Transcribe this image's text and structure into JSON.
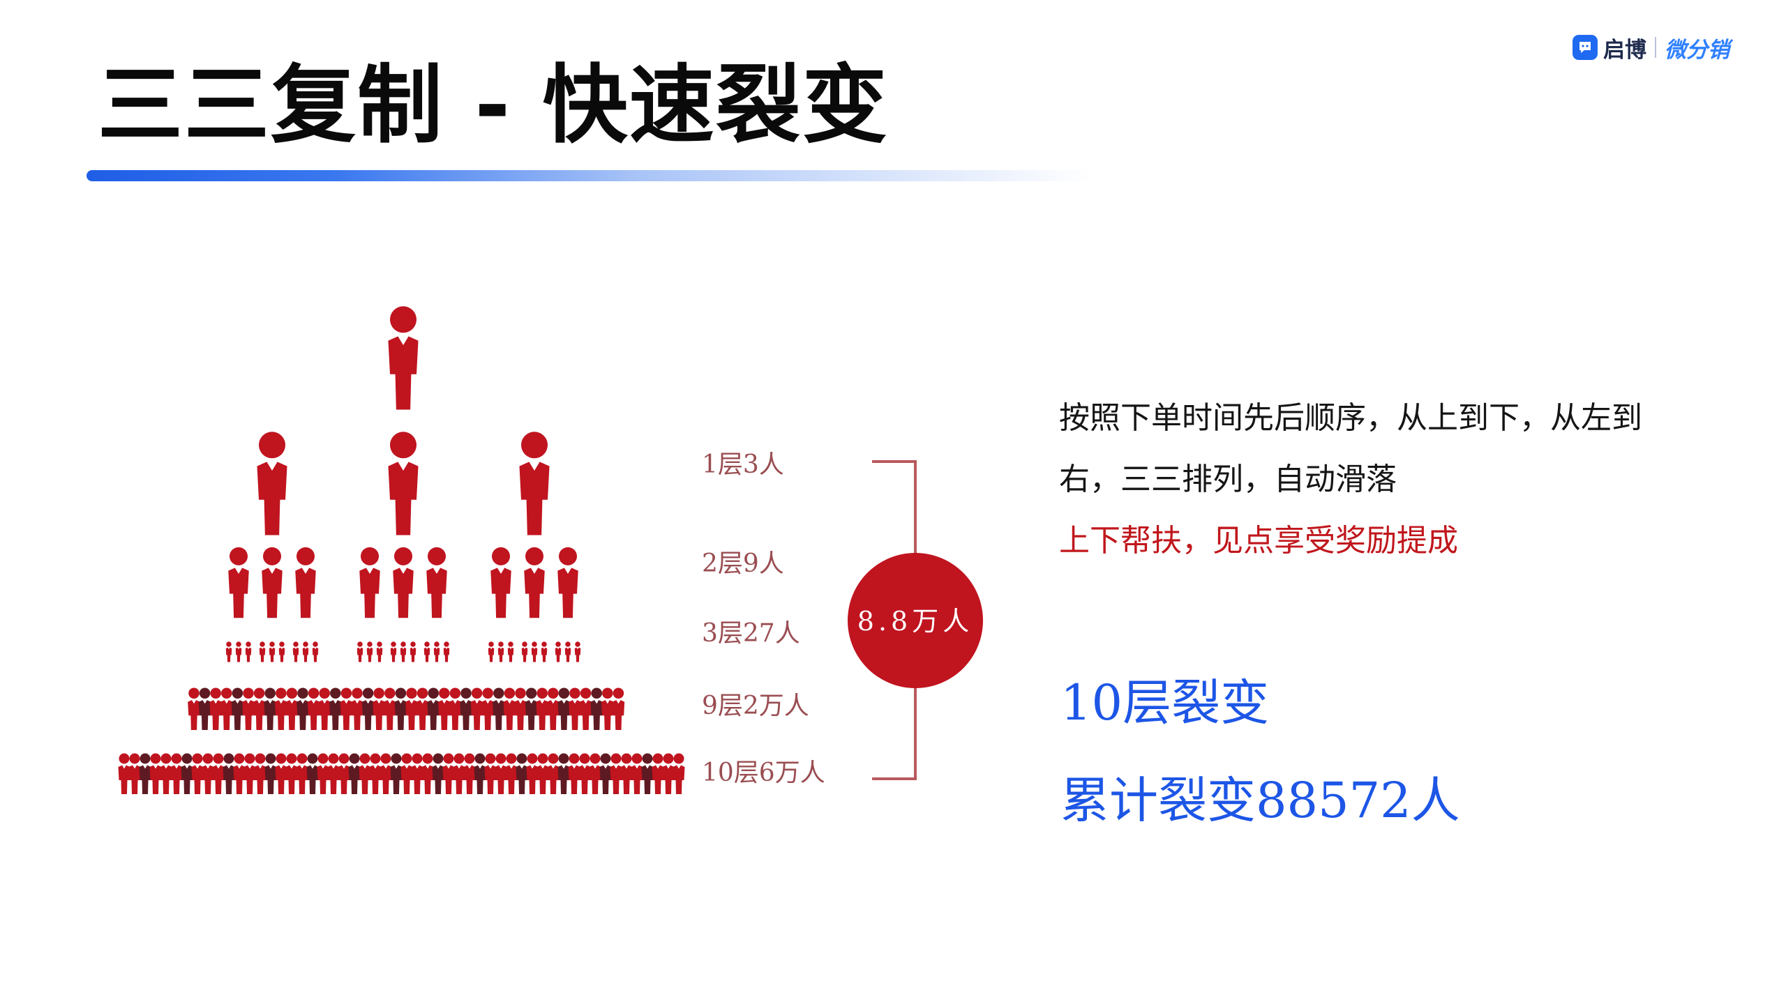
{
  "slide": {
    "title": "三三复制 - 快速裂变"
  },
  "logo": {
    "brand": "启博",
    "product": "微分销",
    "icon": "speech-bubble-icon"
  },
  "diagram": {
    "levels": [
      {
        "label": "1层3人",
        "people": 3
      },
      {
        "label": "2层9人",
        "people": 9
      },
      {
        "label": "3层27人",
        "people": 27
      },
      {
        "label": "9层2万人"
      },
      {
        "label": "10层6万人"
      }
    ],
    "total_badge": "8.8万人",
    "colors": {
      "primary": "#c0141f",
      "dark": "#5e1a22",
      "bracket": "#b85a5e"
    }
  },
  "description": {
    "line1": "按照下单时间先后顺序，从上到下，从左到",
    "line2": "右，三三排列，自动滑落",
    "line3": "上下帮扶，见点享受奖励提成"
  },
  "stats": {
    "layers": "10层裂变",
    "total": "累计裂变88572人"
  },
  "colors": {
    "title": "#0a0a0a",
    "accent_blue": "#1d56e6",
    "highlight_red": "#c0171c"
  }
}
